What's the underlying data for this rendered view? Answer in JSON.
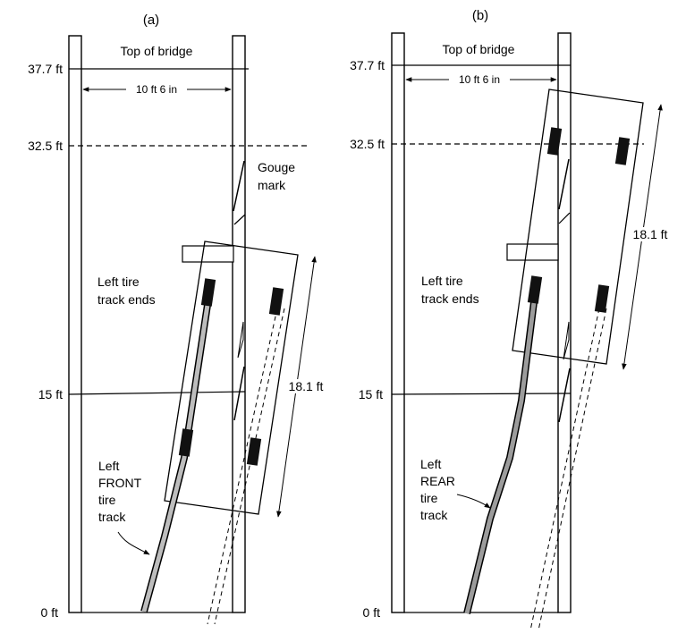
{
  "panels": [
    {
      "id": "a",
      "title": "(a)",
      "top_label": "Top of bridge",
      "width_label": "10 ft 6 in",
      "length_label": "18.1 ft",
      "gouge_label_1": "Gouge",
      "gouge_label_2": "mark",
      "tire_ends_1": "Left tire",
      "tire_ends_2": "track ends",
      "track_label": [
        "Left",
        "FRONT",
        "tire",
        "track"
      ]
    },
    {
      "id": "b",
      "title": "(b)",
      "top_label": "Top of bridge",
      "width_label": "10 ft 6 in",
      "length_label": "18.1 ft",
      "tire_ends_1": "Left tire",
      "tire_ends_2": "track ends",
      "track_label": [
        "Left",
        "REAR",
        "tire",
        "track"
      ]
    }
  ],
  "elevations": [
    "37.7 ft",
    "32.5 ft",
    "15 ft",
    "0 ft"
  ]
}
